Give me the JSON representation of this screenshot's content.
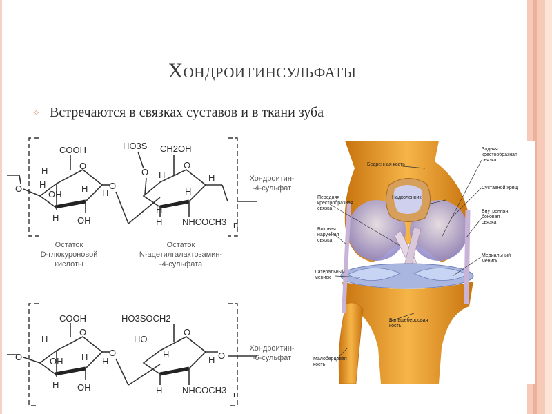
{
  "slide": {
    "title": "Хондроитинсульфаты",
    "bullet": "Встречаются в связках суставов и в ткани зуба"
  },
  "chem": {
    "top_structure": {
      "left_unit": {
        "cooh": "COOH",
        "atoms": {
          "h_upper_left": "H",
          "ring_o": "O",
          "h_left": "H",
          "oh_mid": "OH",
          "h_mid": "H",
          "h_bottom": "H",
          "oh_bottom": "OH",
          "h_right": "H"
        },
        "caption": [
          "Остаток",
          "D-глюкуроновой",
          "кислоты"
        ]
      },
      "right_unit": {
        "ho3s": "HO3S",
        "ch2oh": "CH2OH",
        "atoms": {
          "o_top": "O",
          "ring_o": "O",
          "h_left": "H",
          "h_mid": "H",
          "h_right": "H",
          "h_bottom": "H",
          "h_lower_mid": "H",
          "nhcoch3": "NHCOCH3",
          "n": "n"
        },
        "caption": [
          "Остаток",
          "N-ацетилгалактозамин-",
          "-4-сульфата"
        ]
      },
      "link_o_left": "O",
      "link_o_mid": "O",
      "name": [
        "Хондроитин-",
        "-4-сульфат"
      ]
    },
    "bottom_structure": {
      "cooh": "COOH",
      "ho3soch2": "HO3SOCH2",
      "atoms": {
        "o_left": "O",
        "h1": "H",
        "ring_o1": "O",
        "oh1": "OH",
        "h2": "H",
        "h3": "H",
        "oh2": "OH",
        "h4": "H",
        "link_o": "O",
        "ho": "HO",
        "ring_o2": "O",
        "h5": "H",
        "h6": "H",
        "h7": "H",
        "nhcoch3": "NHCOCH3",
        "n": "n",
        "o_right": "O"
      },
      "name": [
        "Хондроитин-",
        "-6-сульфат"
      ]
    }
  },
  "knee": {
    "labels": {
      "femur": "Бедренная кость",
      "posterior_cruciate": [
        "Задняя",
        "крестообразная",
        "связка"
      ],
      "patella": "Надколенник",
      "articular_notch": "Суставной хрящ",
      "anterior_cruciate": [
        "Передняя",
        "крестообразная",
        "связка"
      ],
      "medial_ligament": [
        "Внутренняя",
        "боковая",
        "связка"
      ],
      "lateral_ligament": [
        "Боковая",
        "наружная",
        "связка"
      ],
      "medial_meniscus": [
        "Медиальный",
        "мениск"
      ],
      "lateral_meniscus": [
        "Латеральный",
        "мениск"
      ],
      "tibia": [
        "Большеберцовая",
        "кость"
      ],
      "fibula": [
        "Малоберцовая",
        "кость"
      ]
    }
  }
}
